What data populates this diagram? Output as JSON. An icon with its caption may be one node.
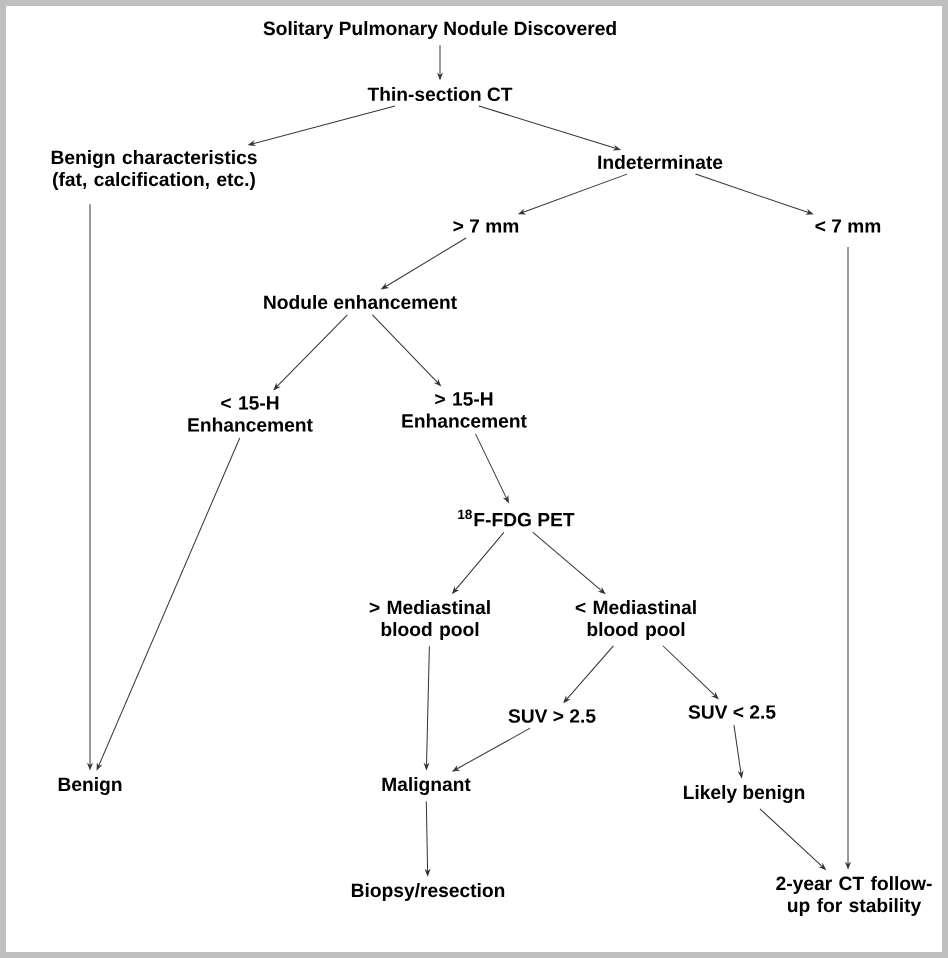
{
  "diagram": {
    "nodes": [
      {
        "text": [
          "Solitary Pulmonary Nodule Discovered"
        ]
      },
      {
        "text": [
          "Thin-section CT"
        ]
      },
      {
        "text": [
          "Benign characteristics (fat, calcification, etc.)"
        ]
      },
      {
        "text": [
          "Indeterminate"
        ]
      },
      {
        "text": [
          "> 7 mm"
        ]
      },
      {
        "text": [
          "< 7 mm"
        ]
      },
      {
        "text": [
          "Nodule enhancement"
        ]
      },
      {
        "text": [
          "< 15-H Enhancement"
        ]
      },
      {
        "text": [
          "> 15-H Enhancement"
        ]
      },
      {
        "text": [
          "$^{18}$F-FDG PET"
        ]
      },
      {
        "text": [
          "> Mediastinal blood pool"
        ]
      },
      {
        "text": [
          "< Mediastinal blood pool"
        ]
      },
      {
        "text": [
          "SUV > 2.5"
        ]
      },
      {
        "text": [
          "SUV < 2.5"
        ]
      },
      {
        "text": [
          "Benign"
        ]
      },
      {
        "text": [
          "Malignant"
        ]
      },
      {
        "text": [
          "Likely benign"
        ]
      },
      {
        "text": [
          "Biopsy/resection"
        ]
      },
      {
        "text": [
          "2-year CT follow-up for stability"
        ]
      }
    ],
    "edges": [
      {
        "from": 0,
        "to": 1,
        "arrow": "to"
      },
      {
        "from": 1,
        "to": 2,
        "arrow": "to"
      },
      {
        "from": 1,
        "to": 3,
        "arrow": "to"
      },
      {
        "from": 3,
        "to": 4,
        "arrow": "to"
      },
      {
        "from": 3,
        "to": 5,
        "arrow": "to"
      },
      {
        "from": 4,
        "to": 6,
        "arrow": "to"
      },
      {
        "from": 6,
        "to": 7,
        "arrow": "to"
      },
      {
        "from": 6,
        "to": 8,
        "arrow": "to"
      },
      {
        "from": 8,
        "to": 9,
        "arrow": "to"
      },
      {
        "from": 9,
        "to": 10,
        "arrow": "to"
      },
      {
        "from": 9,
        "to": 11,
        "arrow": "to"
      },
      {
        "from": 11,
        "to": 12,
        "arrow": "to"
      },
      {
        "from": 11,
        "to": 13,
        "arrow": "to"
      },
      {
        "from": 2,
        "to": 14,
        "arrow": "to"
      },
      {
        "from": 7,
        "to": 14,
        "arrow": "to"
      },
      {
        "from": 10,
        "to": 15,
        "arrow": "to"
      },
      {
        "from": 12,
        "to": 15,
        "arrow": "to"
      },
      {
        "from": 13,
        "to": 16,
        "arrow": "to"
      },
      {
        "from": 15,
        "to": 17,
        "arrow": "to"
      },
      {
        "from": 16,
        "to": 18,
        "arrow": "to"
      },
      {
        "from": 5,
        "to": 18,
        "arrow": "to"
      }
    ]
  }
}
